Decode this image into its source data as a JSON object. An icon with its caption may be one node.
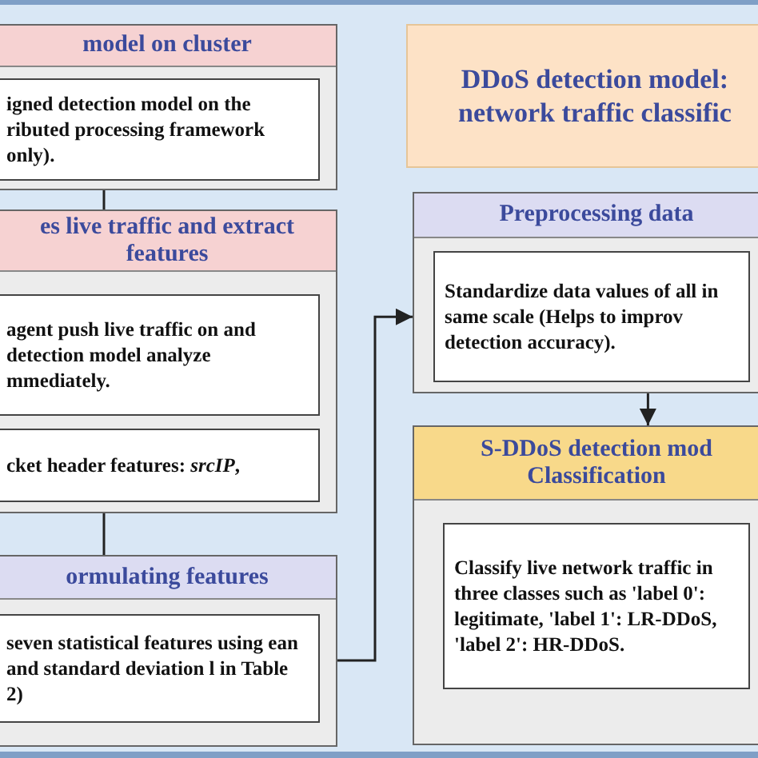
{
  "diagram": {
    "nodes": [
      {
        "text": [
          "model on cluster"
        ]
      },
      {
        "text": [
          "igned detection model on the ributed processing framework only)."
        ],
        "in": 0
      },
      {
        "text": [
          "es live traffic and extract features"
        ]
      },
      {
        "text": [
          "agent push live traffic on and detection model analyze mmediately."
        ],
        "in": 2
      },
      {
        "text": [
          "cket header features: *srcIP*,"
        ],
        "in": 2
      },
      {
        "text": [
          "ormulating features"
        ]
      },
      {
        "text": [
          "seven statistical features using ean and standard deviation l in Table 2)"
        ],
        "in": 5
      },
      {
        "text": [
          "DDoS detection model: network traffic classific"
        ]
      },
      {
        "text": [
          "Preprocessing data"
        ]
      },
      {
        "text": [
          "Standardize data values of all in same scale (Helps to improv detection accuracy)."
        ],
        "in": 8
      },
      {
        "text": [
          "S-DDoS detection mod Classification"
        ]
      },
      {
        "text": [
          "Classify live network traffic in three classes such as 'label 0': legitimate, 'label 1': LR-DDoS, 'label 2': HR-DDoS."
        ],
        "in": 10
      }
    ],
    "edges": [
      {
        "from": 0,
        "to": 2,
        "arrow": "none"
      },
      {
        "from": 2,
        "to": 5,
        "arrow": "none"
      },
      {
        "from": 5,
        "to": 8,
        "arrow": "to"
      },
      {
        "from": 8,
        "to": 10,
        "arrow": "to"
      }
    ]
  }
}
